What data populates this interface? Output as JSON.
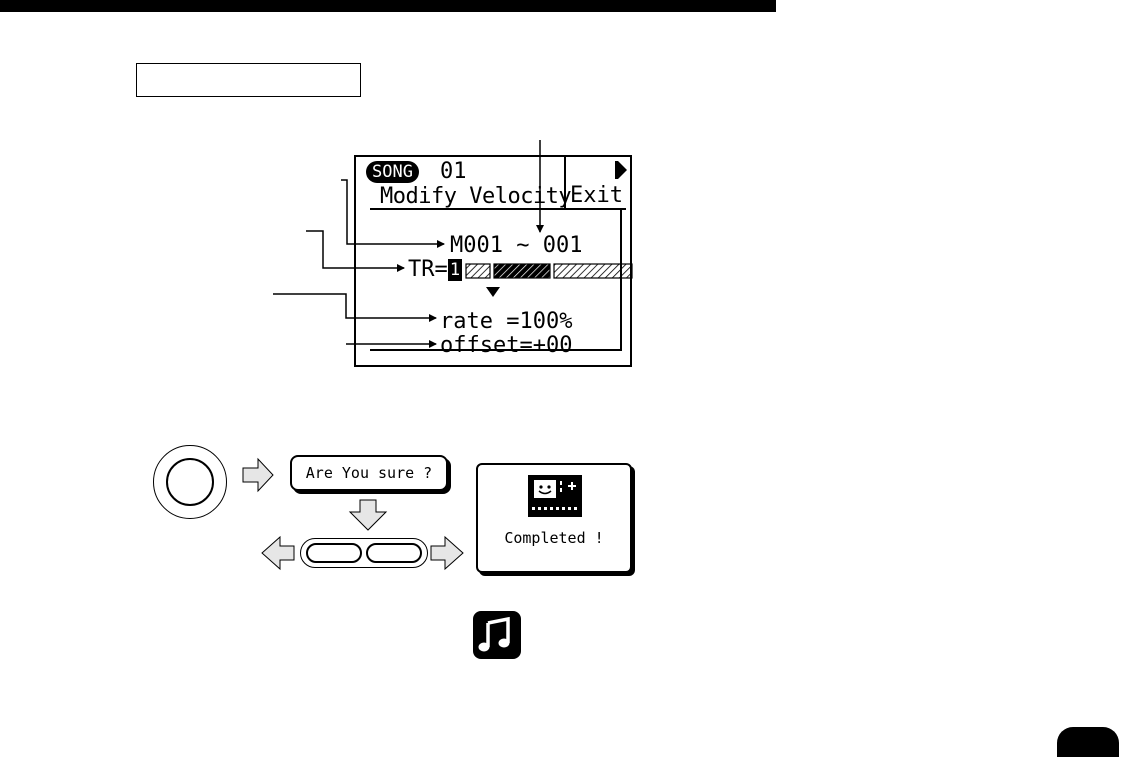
{
  "lcd": {
    "song_badge": "SONG",
    "song_number": "01",
    "mode_title": "Modify Velocity",
    "exit_label": "Exit",
    "range": "M001 ~ 001",
    "track_label": "TR=",
    "track_value": "1",
    "rate": "rate  =100%",
    "offset": "offset=+00"
  },
  "flow": {
    "prompt": "Are You sure ?",
    "result": "Completed !"
  },
  "icons": {
    "enter_button": "round-enter-button",
    "arrow": "right-arrow",
    "done": "smiley-display-icon",
    "music": "music-note-icon"
  },
  "colors": {
    "ink": "#000000",
    "arrow_fill": "#e6e6e6",
    "paper": "#ffffff"
  }
}
